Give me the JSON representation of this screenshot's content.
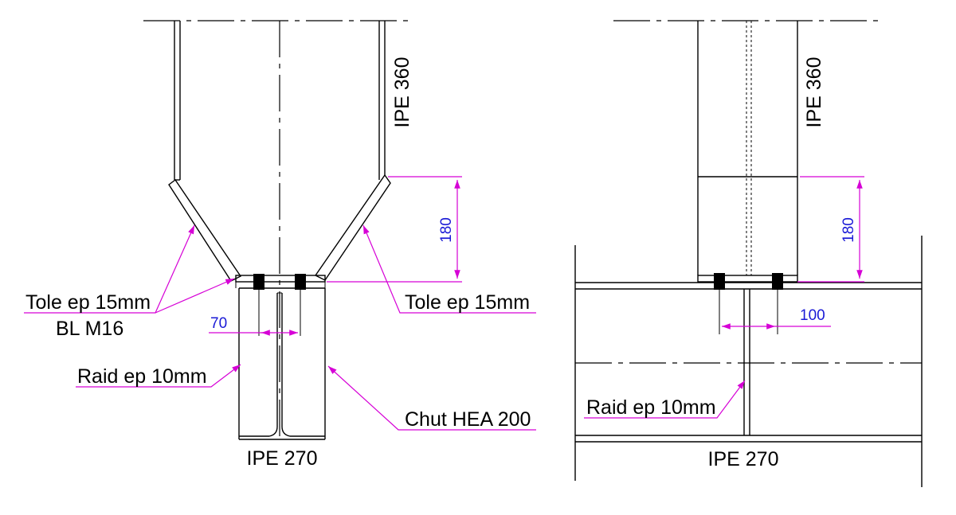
{
  "colors": {
    "linework": "#000000",
    "leader": "#d600d6",
    "dimension_text": "#1a1ad6",
    "background": "#ffffff"
  },
  "left_view": {
    "column_label": "IPE 360",
    "plate_label_left": "Tole ep 15mm",
    "bolt_label": "BL M16",
    "plate_label_right": "Tole ep 15mm",
    "dim_height": "180",
    "dim_width": "70",
    "stiffener_label": "Raid ep 10mm",
    "stub_label": "Chut HEA 200",
    "beam_label": "IPE 270"
  },
  "right_view": {
    "column_label": "IPE 360",
    "dim_height": "180",
    "dim_width": "100",
    "stiffener_label": "Raid ep 10mm",
    "beam_label": "IPE 270"
  }
}
